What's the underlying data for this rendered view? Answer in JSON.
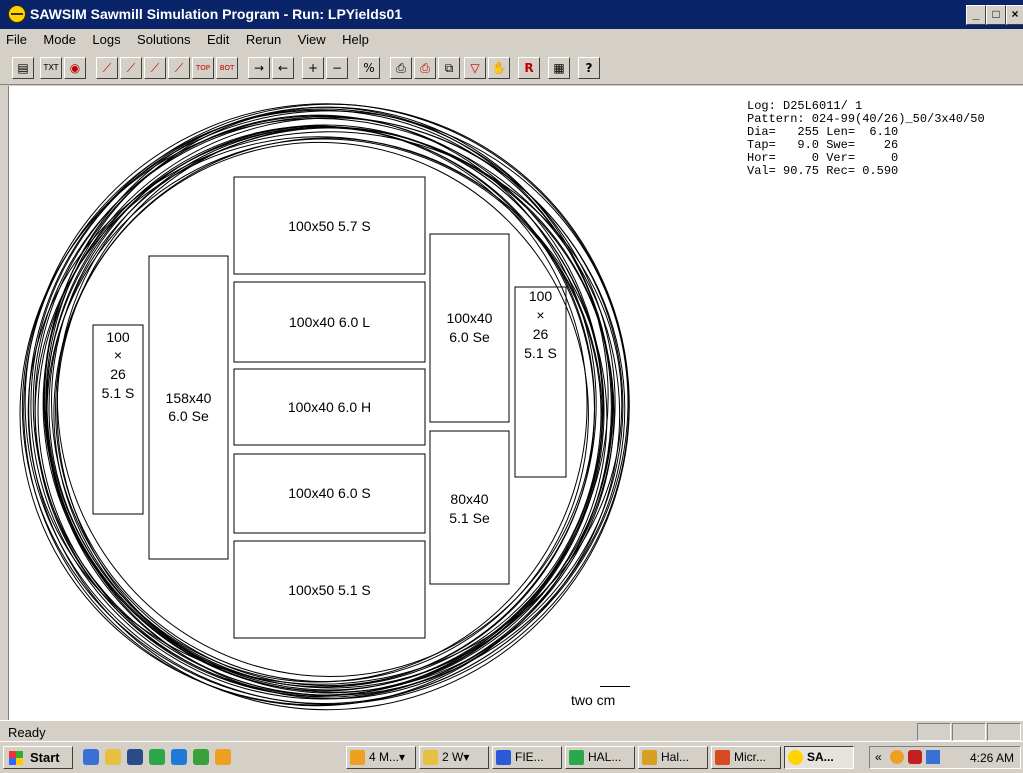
{
  "window": {
    "title": "SAWSIM Sawmill Simulation Program  -  Run: LPYields01",
    "minimize_glyph": "_",
    "maximize_glyph": "□",
    "close_glyph": "×"
  },
  "menu": [
    "File",
    "Mode",
    "Logs",
    "Solutions",
    "Edit",
    "Rerun",
    "View",
    "Help"
  ],
  "toolbar": [
    {
      "name": "open-icon",
      "glyph": "▤"
    },
    {
      "name": "text-icon",
      "glyph": "TXT"
    },
    {
      "name": "log-end-icon",
      "glyph": "◉"
    },
    {
      "name": "saw-cut-icon-1",
      "glyph": "⟋"
    },
    {
      "name": "saw-cut-icon-2",
      "glyph": "⟋"
    },
    {
      "name": "saw-cut-icon-3",
      "glyph": "⟋"
    },
    {
      "name": "saw-cut-icon-4",
      "glyph": "⟋"
    },
    {
      "name": "top-icon",
      "glyph": "TOP"
    },
    {
      "name": "bottom-icon",
      "glyph": "BOT"
    },
    {
      "name": "arrow-right-icon",
      "glyph": "→"
    },
    {
      "name": "arrow-left-icon",
      "glyph": "←"
    },
    {
      "name": "plus-icon",
      "glyph": "+"
    },
    {
      "name": "minus-icon",
      "glyph": "−"
    },
    {
      "name": "percent-icon",
      "glyph": "%"
    },
    {
      "name": "print-icon",
      "glyph": "⎙"
    },
    {
      "name": "print-setup-icon",
      "glyph": "⎙"
    },
    {
      "name": "copy-icon",
      "glyph": "⧉"
    },
    {
      "name": "triangle-icon",
      "glyph": "▽"
    },
    {
      "name": "hand-icon",
      "glyph": "✋"
    },
    {
      "name": "r-icon",
      "glyph": "R"
    },
    {
      "name": "notes-icon",
      "glyph": "▦"
    },
    {
      "name": "help-icon",
      "glyph": "?"
    }
  ],
  "readout": [
    "Log: D25L6011/ 1",
    "Pattern: 024-99(40/26)_50/3x40/50",
    "Dia=   255 Len=  6.10",
    "Tap=   9.0 Swe=    26",
    "Hor=     0 Ver=     0",
    "Val= 90.75 Rec= 0.590"
  ],
  "boards": [
    {
      "id": "b1",
      "lines": [
        "100x50 5.7 S"
      ]
    },
    {
      "id": "b2",
      "lines": [
        "100x40 6.0 L"
      ]
    },
    {
      "id": "b3",
      "lines": [
        "100x40 6.0 H"
      ]
    },
    {
      "id": "b4",
      "lines": [
        "100x40 6.0 S"
      ]
    },
    {
      "id": "b5",
      "lines": [
        "100x50 5.1 S"
      ]
    },
    {
      "id": "b6",
      "lines": [
        "158x40",
        "6.0 Se"
      ]
    },
    {
      "id": "b7",
      "lines": [
        "100",
        "×",
        "26",
        "5.1 S"
      ]
    },
    {
      "id": "b8",
      "lines": [
        "100x40",
        "6.0 Se"
      ]
    },
    {
      "id": "b9",
      "lines": [
        "80x40",
        "5.1 Se"
      ]
    },
    {
      "id": "b10",
      "lines": [
        "100",
        "×",
        "26",
        "5.1 S"
      ]
    }
  ],
  "scale_label": "two cm",
  "status": "Ready",
  "taskbar": {
    "start": "Start",
    "tasks": [
      "4 M...▾",
      "2 W▾",
      "FIE...",
      "HAL...",
      "Hal...",
      "Micr...",
      "SA..."
    ],
    "tray_chevron": "«",
    "clock": "4:26 AM"
  },
  "colors": {
    "title_bg": "#0a246a",
    "canvas_bg": "#ffffff",
    "chrome": "#d4d0c8",
    "log_outline": "#000000",
    "icon_red": "#c00000"
  }
}
